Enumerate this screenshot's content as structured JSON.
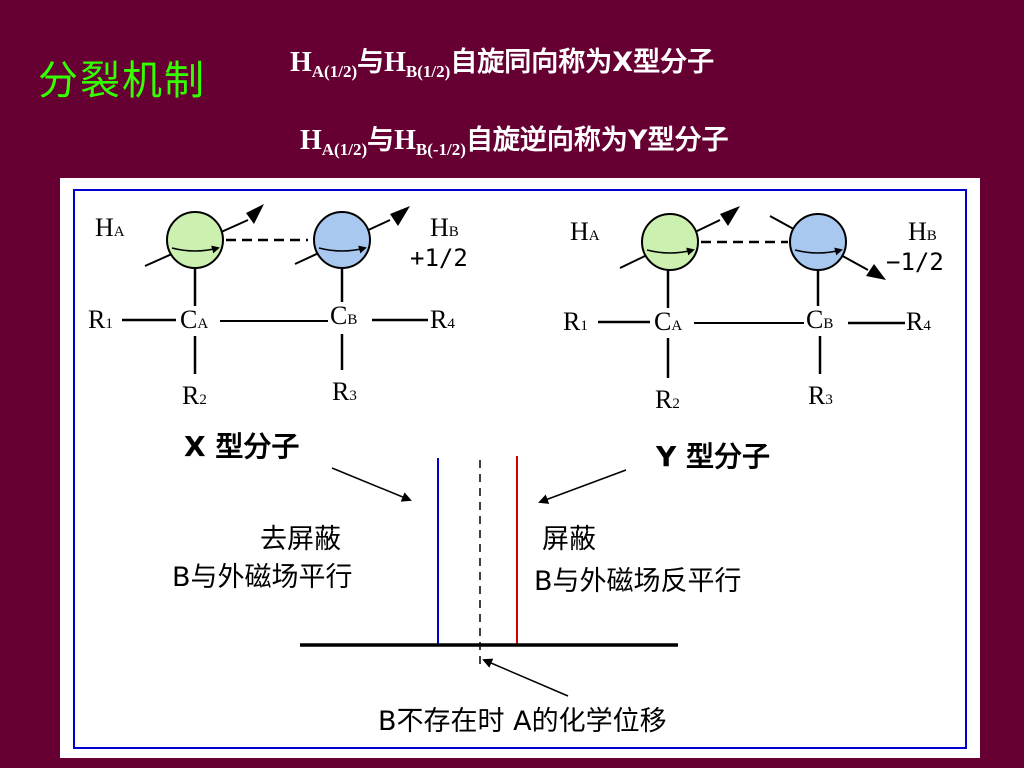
{
  "title": "分裂机制",
  "line1": {
    "h1": "H",
    "s1": "A(1/2)",
    "mid": "与",
    "h2": "H",
    "s2": "B(1/2)",
    "tail": "自旋同向称为X型分子"
  },
  "line2": {
    "h1": "H",
    "s1": "A(1/2)",
    "mid": "与",
    "h2": "H",
    "s2": "B(-1/2)",
    "tail": "自旋逆向称为Y型分子"
  },
  "x_molecule": {
    "ha": "H",
    "ha_sub": "A",
    "hb": "H",
    "hb_sub": "B",
    "hb_spin": "+1/2",
    "r1": "R",
    "r1_sub": "1",
    "ca": "C",
    "ca_sub": "A",
    "cb": "C",
    "cb_sub": "B",
    "r4": "R",
    "r4_sub": "4",
    "r2": "R",
    "r2_sub": "2",
    "r3": "R",
    "r3_sub": "3",
    "caption": "X 型分子"
  },
  "y_molecule": {
    "ha": "H",
    "ha_sub": "A",
    "hb": "H",
    "hb_sub": "B",
    "hb_spin": "−1/2",
    "r1": "R",
    "r1_sub": "1",
    "ca": "C",
    "ca_sub": "A",
    "cb": "C",
    "cb_sub": "B",
    "r4": "R",
    "r4_sub": "4",
    "r2": "R",
    "r2_sub": "2",
    "r3": "R",
    "r3_sub": "3",
    "caption": "Y 型分子"
  },
  "spectrum": {
    "left_title": "去屏蔽",
    "left_desc": "B与外磁场平行",
    "right_title": "屏蔽",
    "right_desc": "B与外磁场反平行",
    "bottom_note": "B不存在时  A的化学位移"
  },
  "colors": {
    "background": "#660033",
    "title": "#33ff00",
    "frame": "#0000cc",
    "sphere_a": "#ccf0b0",
    "sphere_b": "#a8c8f0",
    "line_blue": "#0000cc",
    "line_red": "#cc0000"
  }
}
